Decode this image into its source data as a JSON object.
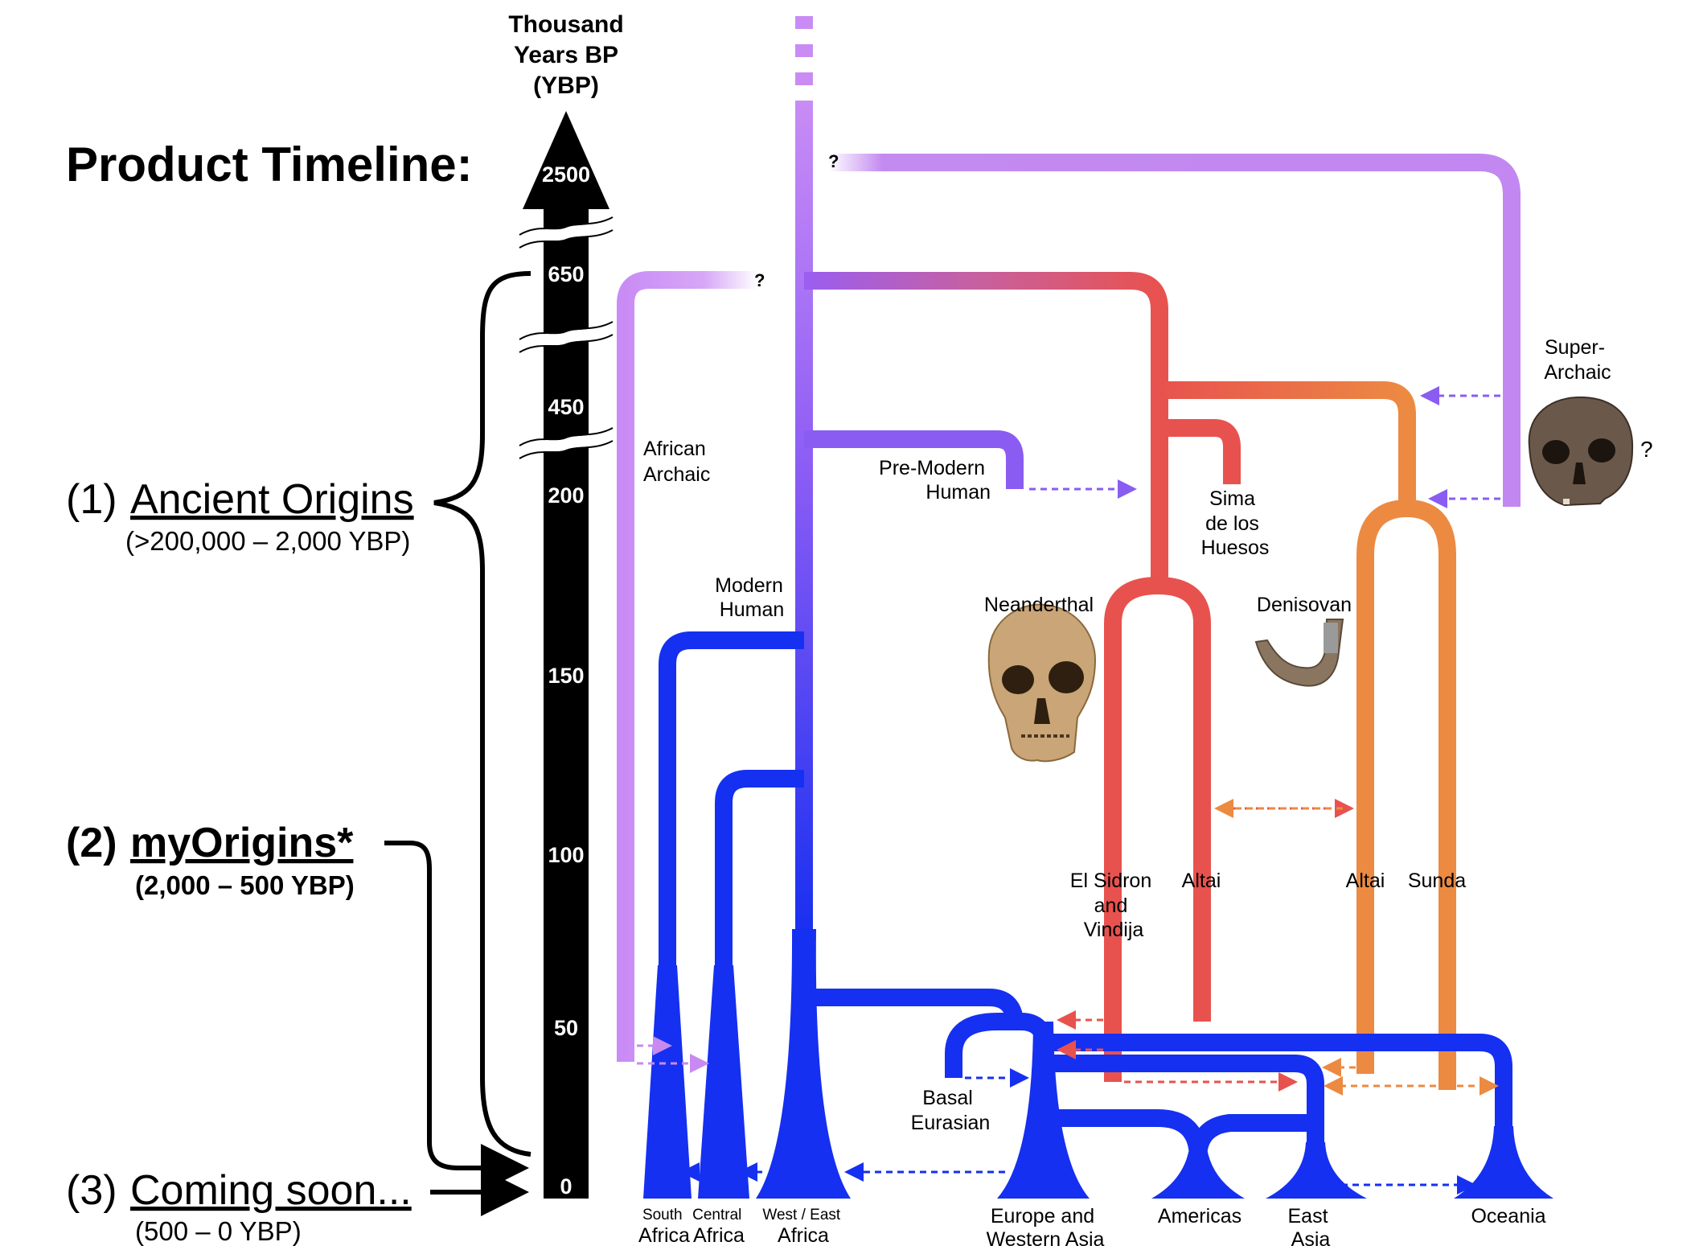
{
  "page_title": "Product Timeline:",
  "axis": {
    "title_lines": [
      "Thousand",
      "Years BP",
      "(YBP)"
    ],
    "ticks": [
      "2500",
      "650",
      "450",
      "200",
      "150",
      "100",
      "50",
      "0"
    ]
  },
  "products": [
    {
      "num": "(1)",
      "name": "Ancient Origins",
      "range": "(>200,000 – 2,000 YBP)"
    },
    {
      "num": "(2)",
      "name": "myOrigins*",
      "range": "(2,000 – 500 YBP)"
    },
    {
      "num": "(3)",
      "name": "Coming soon...",
      "range": "(500 – 0 YBP)"
    }
  ],
  "question_mark": "?",
  "lineages": {
    "african_archaic": [
      "African",
      "Archaic"
    ],
    "pre_modern": [
      "Pre-Modern",
      "Human"
    ],
    "modern": [
      "Modern",
      "Human"
    ],
    "sima": [
      "Sima",
      "de los",
      "Huesos"
    ],
    "super_archaic": [
      "Super-",
      "Archaic"
    ],
    "neanderthal": "Neanderthal",
    "denisovan": "Denisovan",
    "el_sidron": [
      "El Sidron",
      "and",
      "Vindija"
    ],
    "nean_altai": "Altai",
    "deni_altai": "Altai",
    "sunda": "Sunda",
    "basal": [
      "Basal",
      "Eurasian"
    ]
  },
  "populations": {
    "south_africa": [
      "South",
      "Africa"
    ],
    "central_africa": [
      "Central",
      "Africa"
    ],
    "west_east_africa": [
      "West / East",
      "Africa"
    ],
    "europe": [
      "Europe and",
      "Western Asia"
    ],
    "americas": "Americas",
    "east_asia": [
      "East",
      "Asia"
    ],
    "oceania": "Oceania"
  },
  "colors": {
    "purple": "#c88af0",
    "violet": "#8a5cf2",
    "blue": "#1530f0",
    "red": "#e8524e",
    "orange": "#ec8a42",
    "black": "#000000"
  }
}
